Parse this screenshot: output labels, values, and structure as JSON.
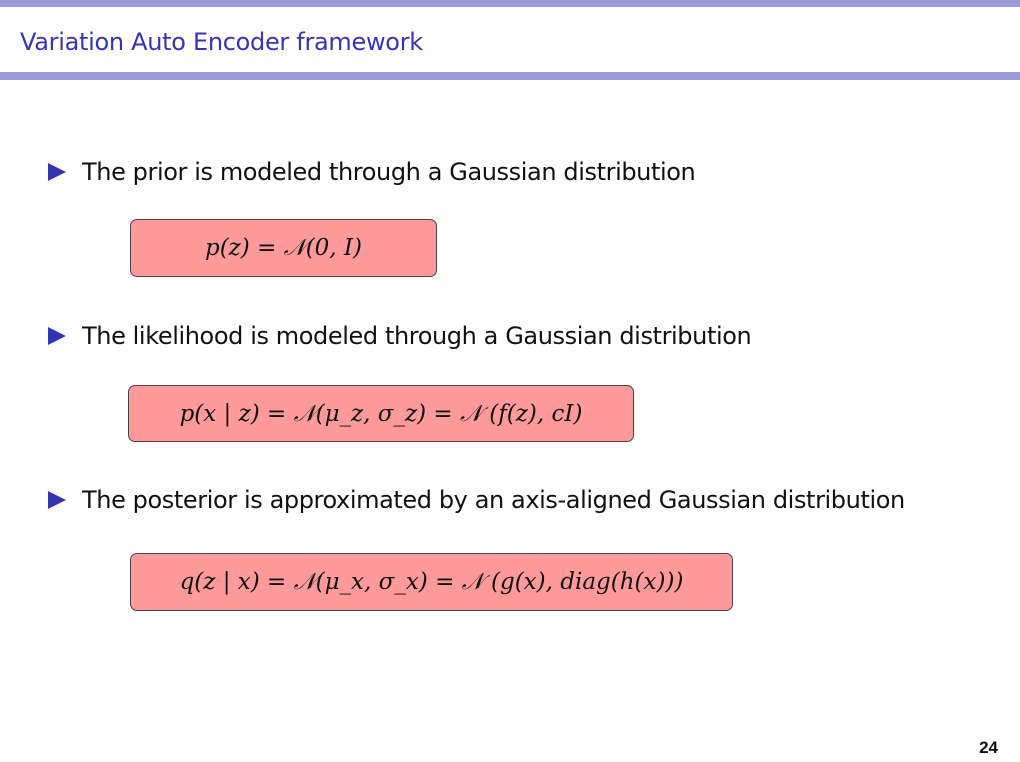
{
  "header": {
    "title": "Variation Auto Encoder framework"
  },
  "bullets": [
    {
      "text": "The prior is modeled through a Gaussian distribution",
      "equation": "p(z) = 𝒩(0, I)"
    },
    {
      "text": "The likelihood is modeled through a Gaussian distribution",
      "equation": "p(x | z) = 𝒩(μ_z, σ_z) = 𝒩 (f(z), cI)"
    },
    {
      "text": "The posterior is approximated by an axis-aligned Gaussian distribution",
      "equation": "q(z | x) = 𝒩(μ_x, σ_x) = 𝒩 (g(x), diag(h(x)))"
    }
  ],
  "footer": {
    "page_number": "24"
  },
  "colors": {
    "bar": "#9b9bdb",
    "title": "#3535b5",
    "box_fill": "#ff9a9a"
  }
}
